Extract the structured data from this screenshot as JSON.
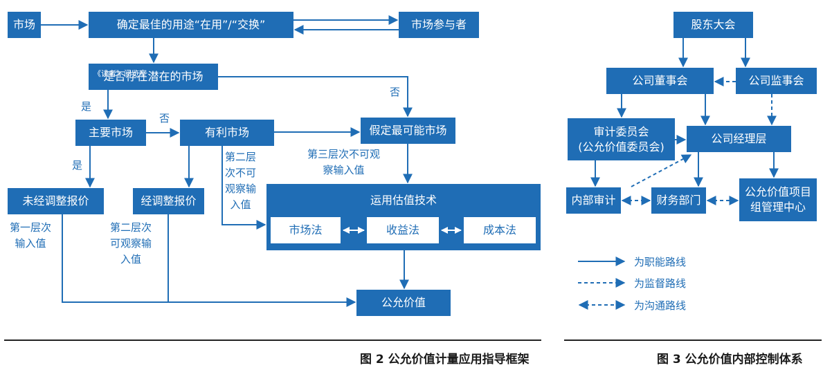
{
  "colors": {
    "primary": "#1f6db5",
    "text": "#1a1a1a",
    "background": "#ffffff"
  },
  "fig2": {
    "market": "市场",
    "best_use": "确定最佳的用途“在用”/“交换”",
    "participants": "市场参与者",
    "potential_market": "是否存在潜在的市场",
    "watermark": "《读者》阅览室",
    "principal_market": "主要市场",
    "advantageous_market": "有利市场",
    "most_likely_market": "假定最可能市场",
    "unadjusted_quote": "未经调整报价",
    "adjusted_quote": "经调整报价",
    "valuation_tech": "运用估值技术",
    "market_approach": "市场法",
    "income_approach": "收益法",
    "cost_approach": "成本法",
    "fair_value": "公允价值",
    "yes_1": "是",
    "yes_2": "是",
    "no_1": "否",
    "no_2": "否",
    "level1": "第一层次\n输入值",
    "level2_a": "第二层次\n可观察输\n入值",
    "level2_b": "第二层\n次不可\n观察输\n入值",
    "level3": "第三层次不可观\n察输入值",
    "caption": "图 2  公允价值计量应用指导框架"
  },
  "fig3": {
    "shareholders": "股东大会",
    "board": "公司董事会",
    "supervisors": "公司监事会",
    "audit_committee": "审计委员会\n(公允价值委员会)",
    "management": "公司经理层",
    "internal_audit": "内部审计",
    "finance": "财务部门",
    "fv_center": "公允价值项目\n组管理中心",
    "legend_functional": "为职能路线",
    "legend_supervision": "为监督路线",
    "legend_communication": "为沟通路线",
    "caption": "图 3   公允价值内部控制体系"
  }
}
